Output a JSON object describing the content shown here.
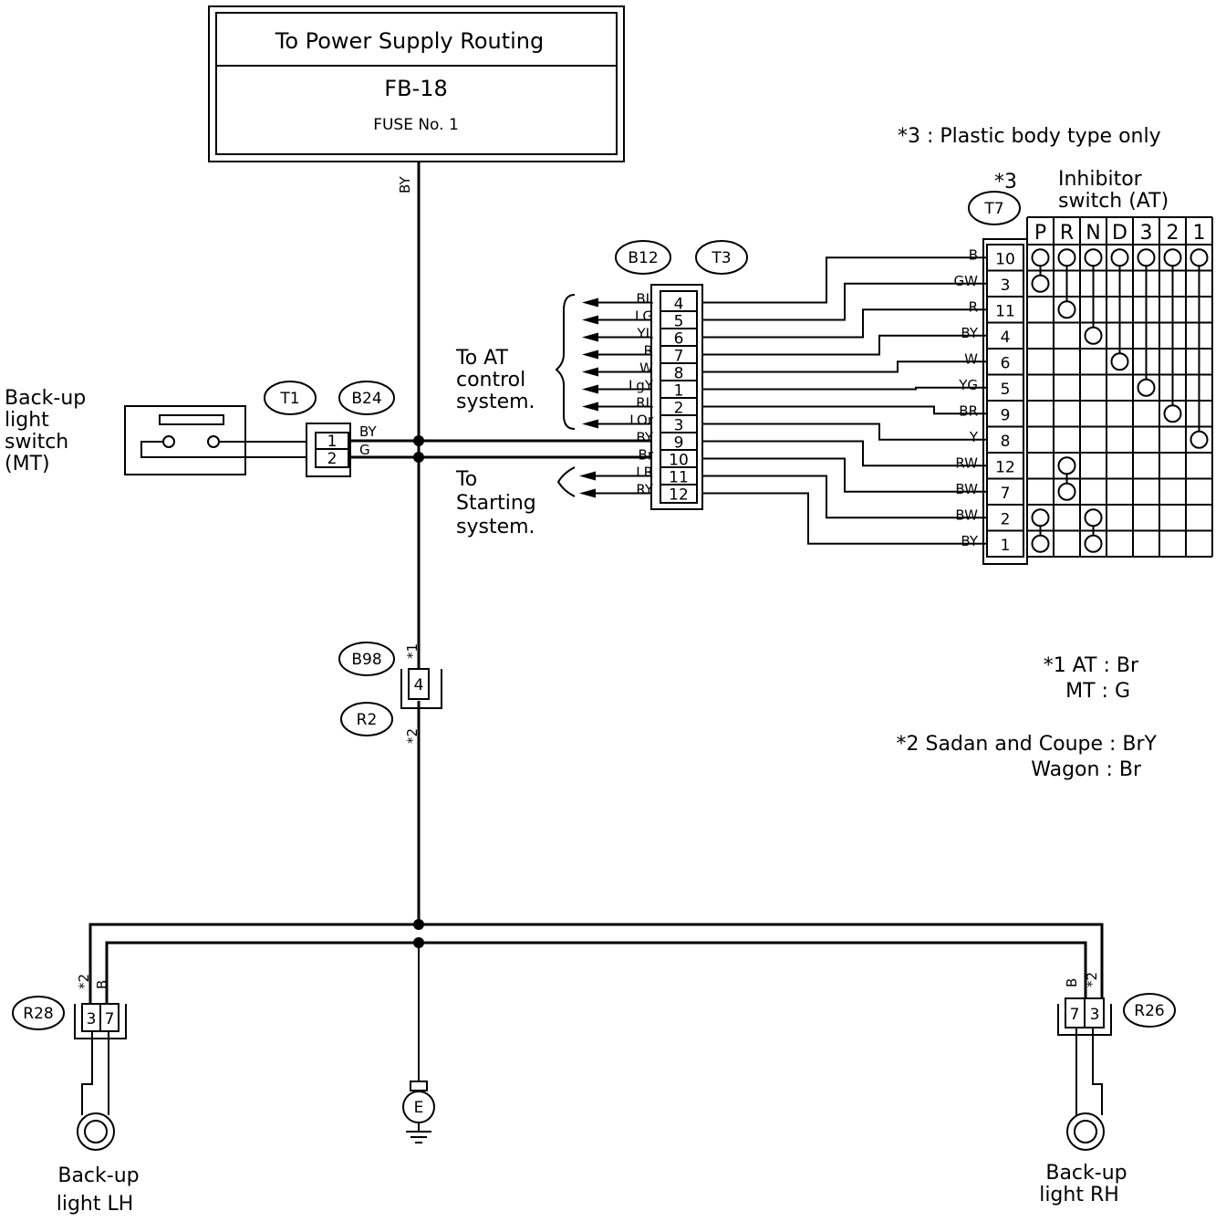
{
  "power_supply": {
    "title": "To Power Supply Routing",
    "fuse_box": "FB-18",
    "fuse": "FUSE No. 1",
    "wire_color": "BY"
  },
  "backup_switch": {
    "label_lines": [
      "Back-up",
      "light",
      "switch",
      "(MT)"
    ],
    "conn_t1": "T1",
    "conn_b24": "B24",
    "pins": [
      "1",
      "2"
    ],
    "wires": [
      "BY",
      "G"
    ]
  },
  "at_control": {
    "conn_b12": "B12",
    "conn_t3": "T3",
    "label_lines": [
      "To AT",
      "control",
      "system."
    ],
    "start_label_lines": [
      "To",
      "Starting",
      "system."
    ],
    "rows": [
      {
        "color": "BL",
        "pin": "4"
      },
      {
        "color": "LG",
        "pin": "5"
      },
      {
        "color": "YL",
        "pin": "6"
      },
      {
        "color": "R",
        "pin": "7"
      },
      {
        "color": "W",
        "pin": "8"
      },
      {
        "color": "LgY",
        "pin": "1"
      },
      {
        "color": "RL",
        "pin": "2"
      },
      {
        "color": "LOr",
        "pin": "3"
      },
      {
        "color": "BY",
        "pin": "9"
      },
      {
        "color": "Br",
        "pin": "10"
      },
      {
        "color": "LR",
        "pin": "11"
      },
      {
        "color": "RY",
        "pin": "12"
      }
    ]
  },
  "inhibitor": {
    "note": "*3 : Plastic body type only",
    "star": "*3",
    "conn_t7": "T7",
    "title_lines": [
      "Inhibitor",
      "switch (AT)"
    ],
    "positions": [
      "P",
      "R",
      "N",
      "D",
      "3",
      "2",
      "1"
    ],
    "rows": [
      {
        "color": "B",
        "pin": "10"
      },
      {
        "color": "GW",
        "pin": "3"
      },
      {
        "color": "R",
        "pin": "11"
      },
      {
        "color": "BY",
        "pin": "4"
      },
      {
        "color": "W",
        "pin": "6"
      },
      {
        "color": "YG",
        "pin": "5"
      },
      {
        "color": "BR",
        "pin": "9"
      },
      {
        "color": "Y",
        "pin": "8"
      },
      {
        "color": "RW",
        "pin": "12"
      },
      {
        "color": "BW",
        "pin": "7"
      },
      {
        "color": "BW",
        "pin": "2"
      },
      {
        "color": "BY",
        "pin": "1"
      }
    ]
  },
  "middle_connector": {
    "conn_b98": "B98",
    "conn_r2": "R2",
    "pin": "4",
    "star1": "*1",
    "star2": "*2"
  },
  "notes": {
    "n1_at": "*1 AT  :  Br",
    "n1_mt": "MT  :  G",
    "n2_sedan": "*2 Sadan and Coupe  :  BrY",
    "n2_wagon": "Wagon  :  Br"
  },
  "lamps": {
    "lh_conn": "R28",
    "rh_conn": "R26",
    "lh_pins": [
      "3",
      "7"
    ],
    "rh_pins": [
      "7",
      "3"
    ],
    "wire_b": "B",
    "star2": "*2",
    "ground": "E",
    "lh_label_lines": [
      "Back-up",
      "light LH"
    ],
    "rh_label_lines": [
      "Back-up",
      "light RH"
    ]
  }
}
